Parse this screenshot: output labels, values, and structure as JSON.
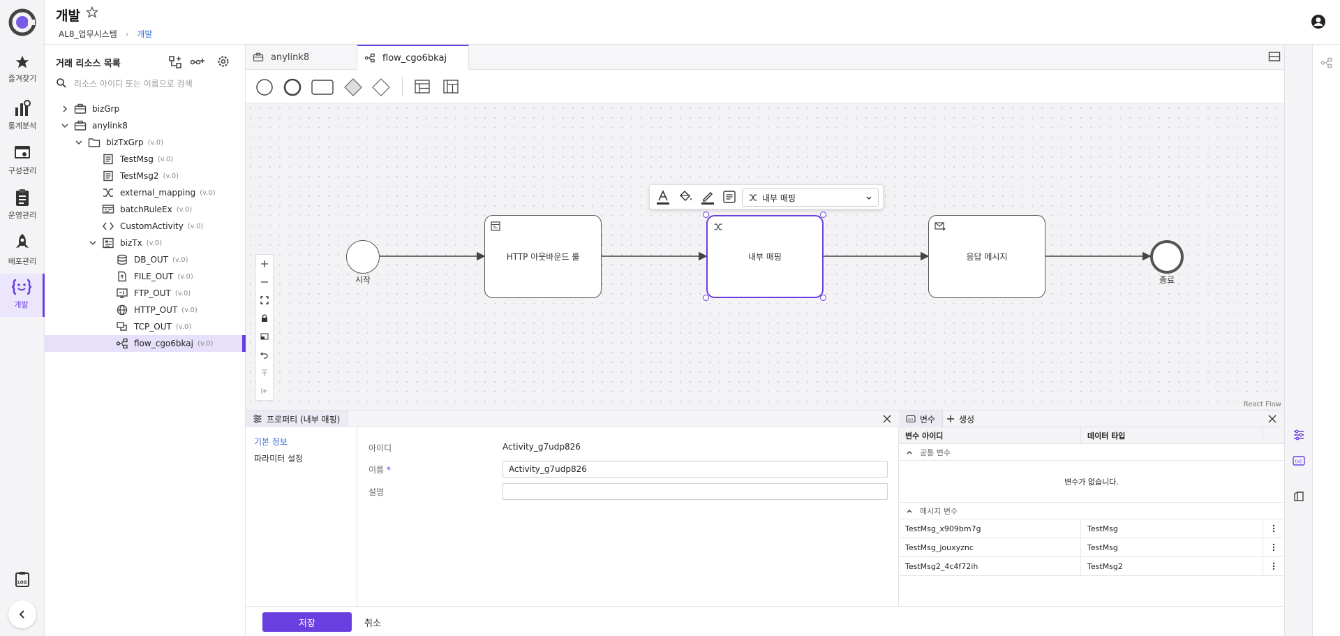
{
  "colors": {
    "accent": "#6a3fe0",
    "rail_bg": "#f4f4f6",
    "canvas_bg": "#f3f3f5"
  },
  "header": {
    "title": "개발",
    "breadcrumb": [
      "AL8_업무시스템",
      "개발"
    ]
  },
  "rail": {
    "items": [
      {
        "label": "즐겨찾기",
        "icon": "star-icon"
      },
      {
        "label": "통계분석",
        "icon": "chart-icon"
      },
      {
        "label": "구성관리",
        "icon": "config-icon"
      },
      {
        "label": "운영관리",
        "icon": "clipboard-icon"
      },
      {
        "label": "배포관리",
        "icon": "rocket-icon"
      },
      {
        "label": "개발",
        "icon": "dev-icon"
      }
    ]
  },
  "resources": {
    "title": "거래 리소스 목록",
    "search_placeholder": "리소스 아이디 또는 이름으로 검색",
    "tree": [
      {
        "label": "bizGrp",
        "version": ""
      },
      {
        "label": "anylink8",
        "version": ""
      },
      {
        "label": "bizTxGrp",
        "version": "(v.0)"
      },
      {
        "label": "TestMsg",
        "version": "(v.0)"
      },
      {
        "label": "TestMsg2",
        "version": "(v.0)"
      },
      {
        "label": "external_mapping",
        "version": "(v.0)"
      },
      {
        "label": "batchRuleEx",
        "version": "(v.0)"
      },
      {
        "label": "CustomActivity",
        "version": "(v.0)"
      },
      {
        "label": "bizTx",
        "version": "(v.0)"
      },
      {
        "label": "DB_OUT",
        "version": "(v.0)"
      },
      {
        "label": "FILE_OUT",
        "version": "(v.0)"
      },
      {
        "label": "FTP_OUT",
        "version": "(v.0)"
      },
      {
        "label": "HTTP_OUT",
        "version": "(v.0)"
      },
      {
        "label": "TCP_OUT",
        "version": "(v.0)"
      },
      {
        "label": "flow_cgo6bkaj",
        "version": "(v.0)"
      }
    ]
  },
  "tabs": [
    {
      "label": "anylink8"
    },
    {
      "label": "flow_cgo6bkaj"
    }
  ],
  "flow": {
    "start_label": "시작",
    "end_label": "종료",
    "nodes": [
      {
        "label": "HTTP 아웃바운드 룰"
      },
      {
        "label": "내부 매핑"
      },
      {
        "label": "응답 메시지"
      }
    ],
    "toolbar_select": "내부 매핑",
    "attribution": "React Flow"
  },
  "properties": {
    "tab_label": "프로퍼티 (내부 매핑)",
    "nav": [
      "기본 정보",
      "파라미터 설정"
    ],
    "fields": {
      "id_label": "아이디",
      "id_value": "Activity_g7udp826",
      "name_label": "이름",
      "name_value": "Activity_g7udp826",
      "desc_label": "설명",
      "desc_value": ""
    }
  },
  "variables": {
    "tab_label": "변수",
    "create_label": "생성",
    "col_id": "변수 아이디",
    "col_type": "데이터 타입",
    "common_section": "공통 변수",
    "empty_text": "변수가 없습니다.",
    "message_section": "메시지 변수",
    "rows": [
      {
        "id": "TestMsg_x909bm7g",
        "type": "TestMsg"
      },
      {
        "id": "TestMsg_jouxyznc",
        "type": "TestMsg"
      },
      {
        "id": "TestMsg2_4c4f72ih",
        "type": "TestMsg2"
      }
    ]
  },
  "footer": {
    "save_label": "저장",
    "cancel_label": "취소"
  }
}
